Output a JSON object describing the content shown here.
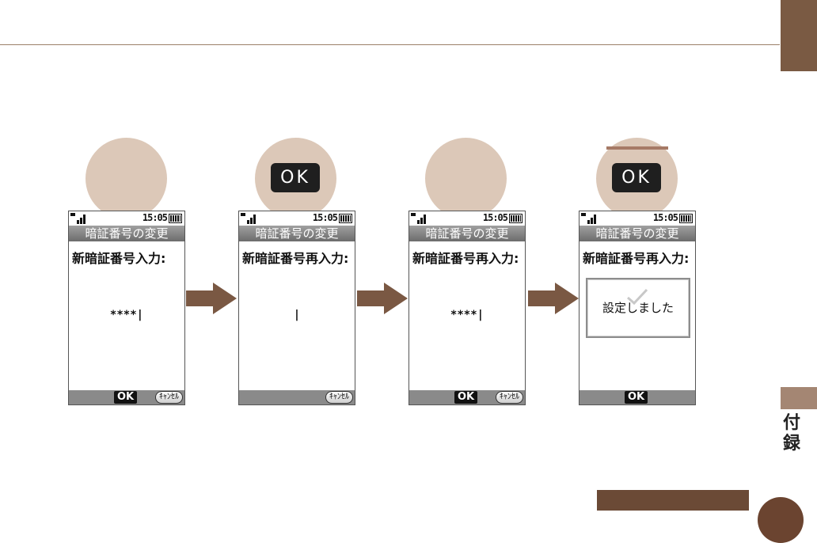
{
  "side_tab": {
    "label": "付録"
  },
  "key_buttons": [
    {
      "label": ""
    },
    {
      "label": "OK"
    },
    {
      "label": ""
    },
    {
      "label": "OK"
    }
  ],
  "screens": [
    {
      "time": "15:05",
      "title": "暗証番号の変更",
      "prompt": "新暗証番号入力:",
      "entry": "****|",
      "softkeys": {
        "ok": "OK",
        "cancel": "ｷｬﾝｾﾙ"
      }
    },
    {
      "time": "15:05",
      "title": "暗証番号の変更",
      "prompt": "新暗証番号再入力:",
      "entry": "|",
      "softkeys": {
        "ok": "",
        "cancel": "ｷｬﾝｾﾙ"
      }
    },
    {
      "time": "15:05",
      "title": "暗証番号の変更",
      "prompt": "新暗証番号再入力:",
      "entry": "****|",
      "softkeys": {
        "ok": "OK",
        "cancel": "ｷｬﾝｾﾙ"
      }
    },
    {
      "time": "15:05",
      "title": "暗証番号の変更",
      "prompt": "新暗証番号再入力:",
      "entry": "",
      "dialog": "設定しました",
      "softkeys": {
        "ok": "OK",
        "cancel": ""
      }
    }
  ],
  "colors": {
    "accent": "#7a5a43",
    "key": "#dcc8b8",
    "arrow": "#7a5843"
  }
}
